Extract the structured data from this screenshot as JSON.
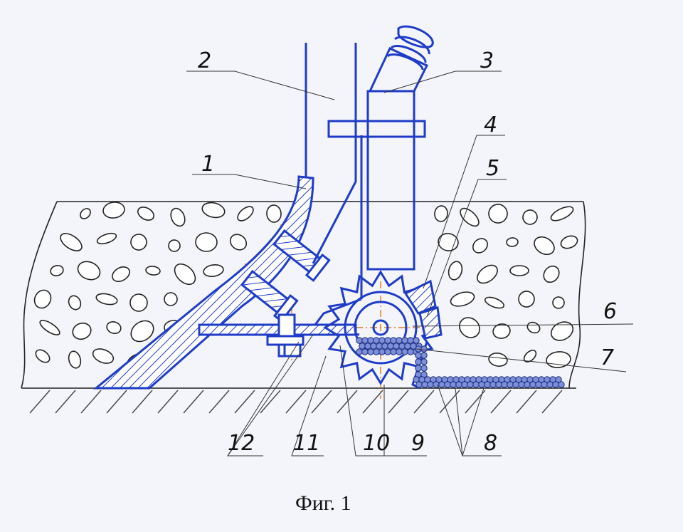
{
  "figure": {
    "caption": "Фиг. 1",
    "labels": [
      {
        "id": "label-1",
        "text": "1"
      },
      {
        "id": "label-2",
        "text": "2"
      },
      {
        "id": "label-3",
        "text": "3"
      },
      {
        "id": "label-4",
        "text": "4"
      },
      {
        "id": "label-5",
        "text": "5"
      },
      {
        "id": "label-6",
        "text": "6"
      },
      {
        "id": "label-7",
        "text": "7"
      },
      {
        "id": "label-8",
        "text": "8"
      },
      {
        "id": "label-9",
        "text": "9"
      },
      {
        "id": "label-10",
        "text": "10"
      },
      {
        "id": "label-11",
        "text": "11"
      },
      {
        "id": "label-12",
        "text": "12"
      }
    ],
    "colors": {
      "outline": "#1e3cc8",
      "ink": "#222222",
      "centerline": "#e07a20",
      "background": "#f4f5fa"
    }
  }
}
